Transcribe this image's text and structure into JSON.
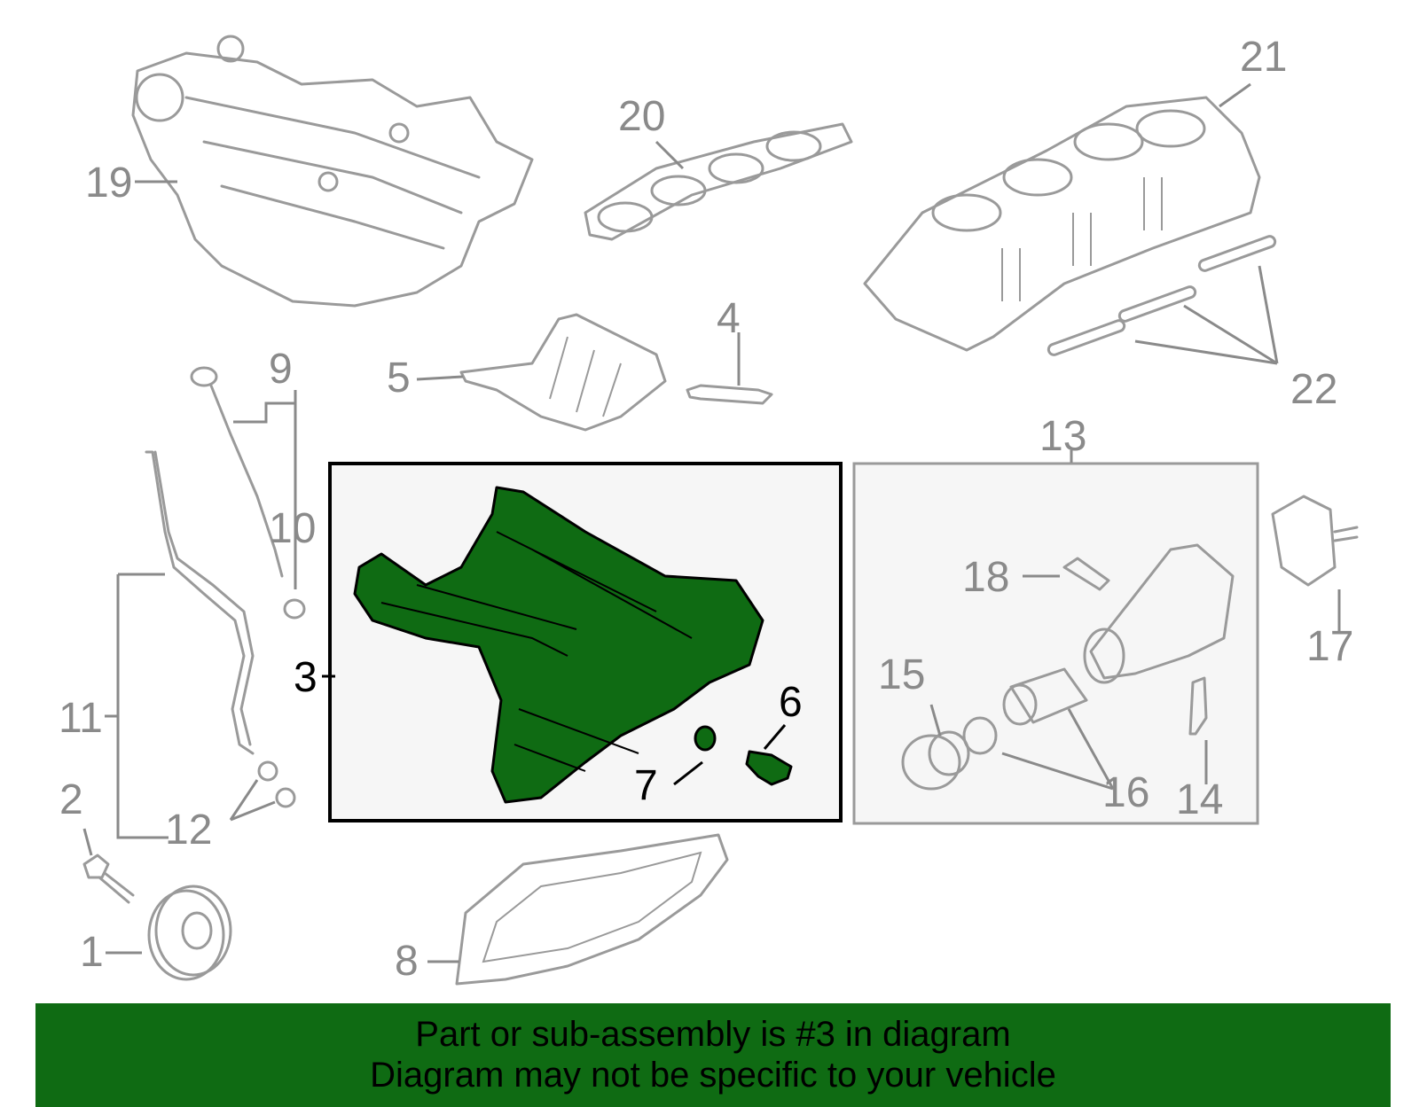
{
  "colors": {
    "highlight": "#0f6b13",
    "parts": "#9a9a9a",
    "labels": "#8a8a8a",
    "frame": "#000000"
  },
  "callouts": {
    "c1": "1",
    "c2": "2",
    "c3": "3",
    "c4": "4",
    "c5": "5",
    "c6": "6",
    "c7": "7",
    "c8": "8",
    "c9": "9",
    "c10": "10",
    "c11": "11",
    "c12": "12",
    "c13": "13",
    "c14": "14",
    "c15": "15",
    "c16": "16",
    "c17": "17",
    "c18": "18",
    "c19": "19",
    "c20": "20",
    "c21": "21",
    "c22": "22"
  },
  "banner": {
    "line1": "Part or sub-assembly is #3 in diagram",
    "line2": "Diagram may not be specific to your vehicle"
  }
}
